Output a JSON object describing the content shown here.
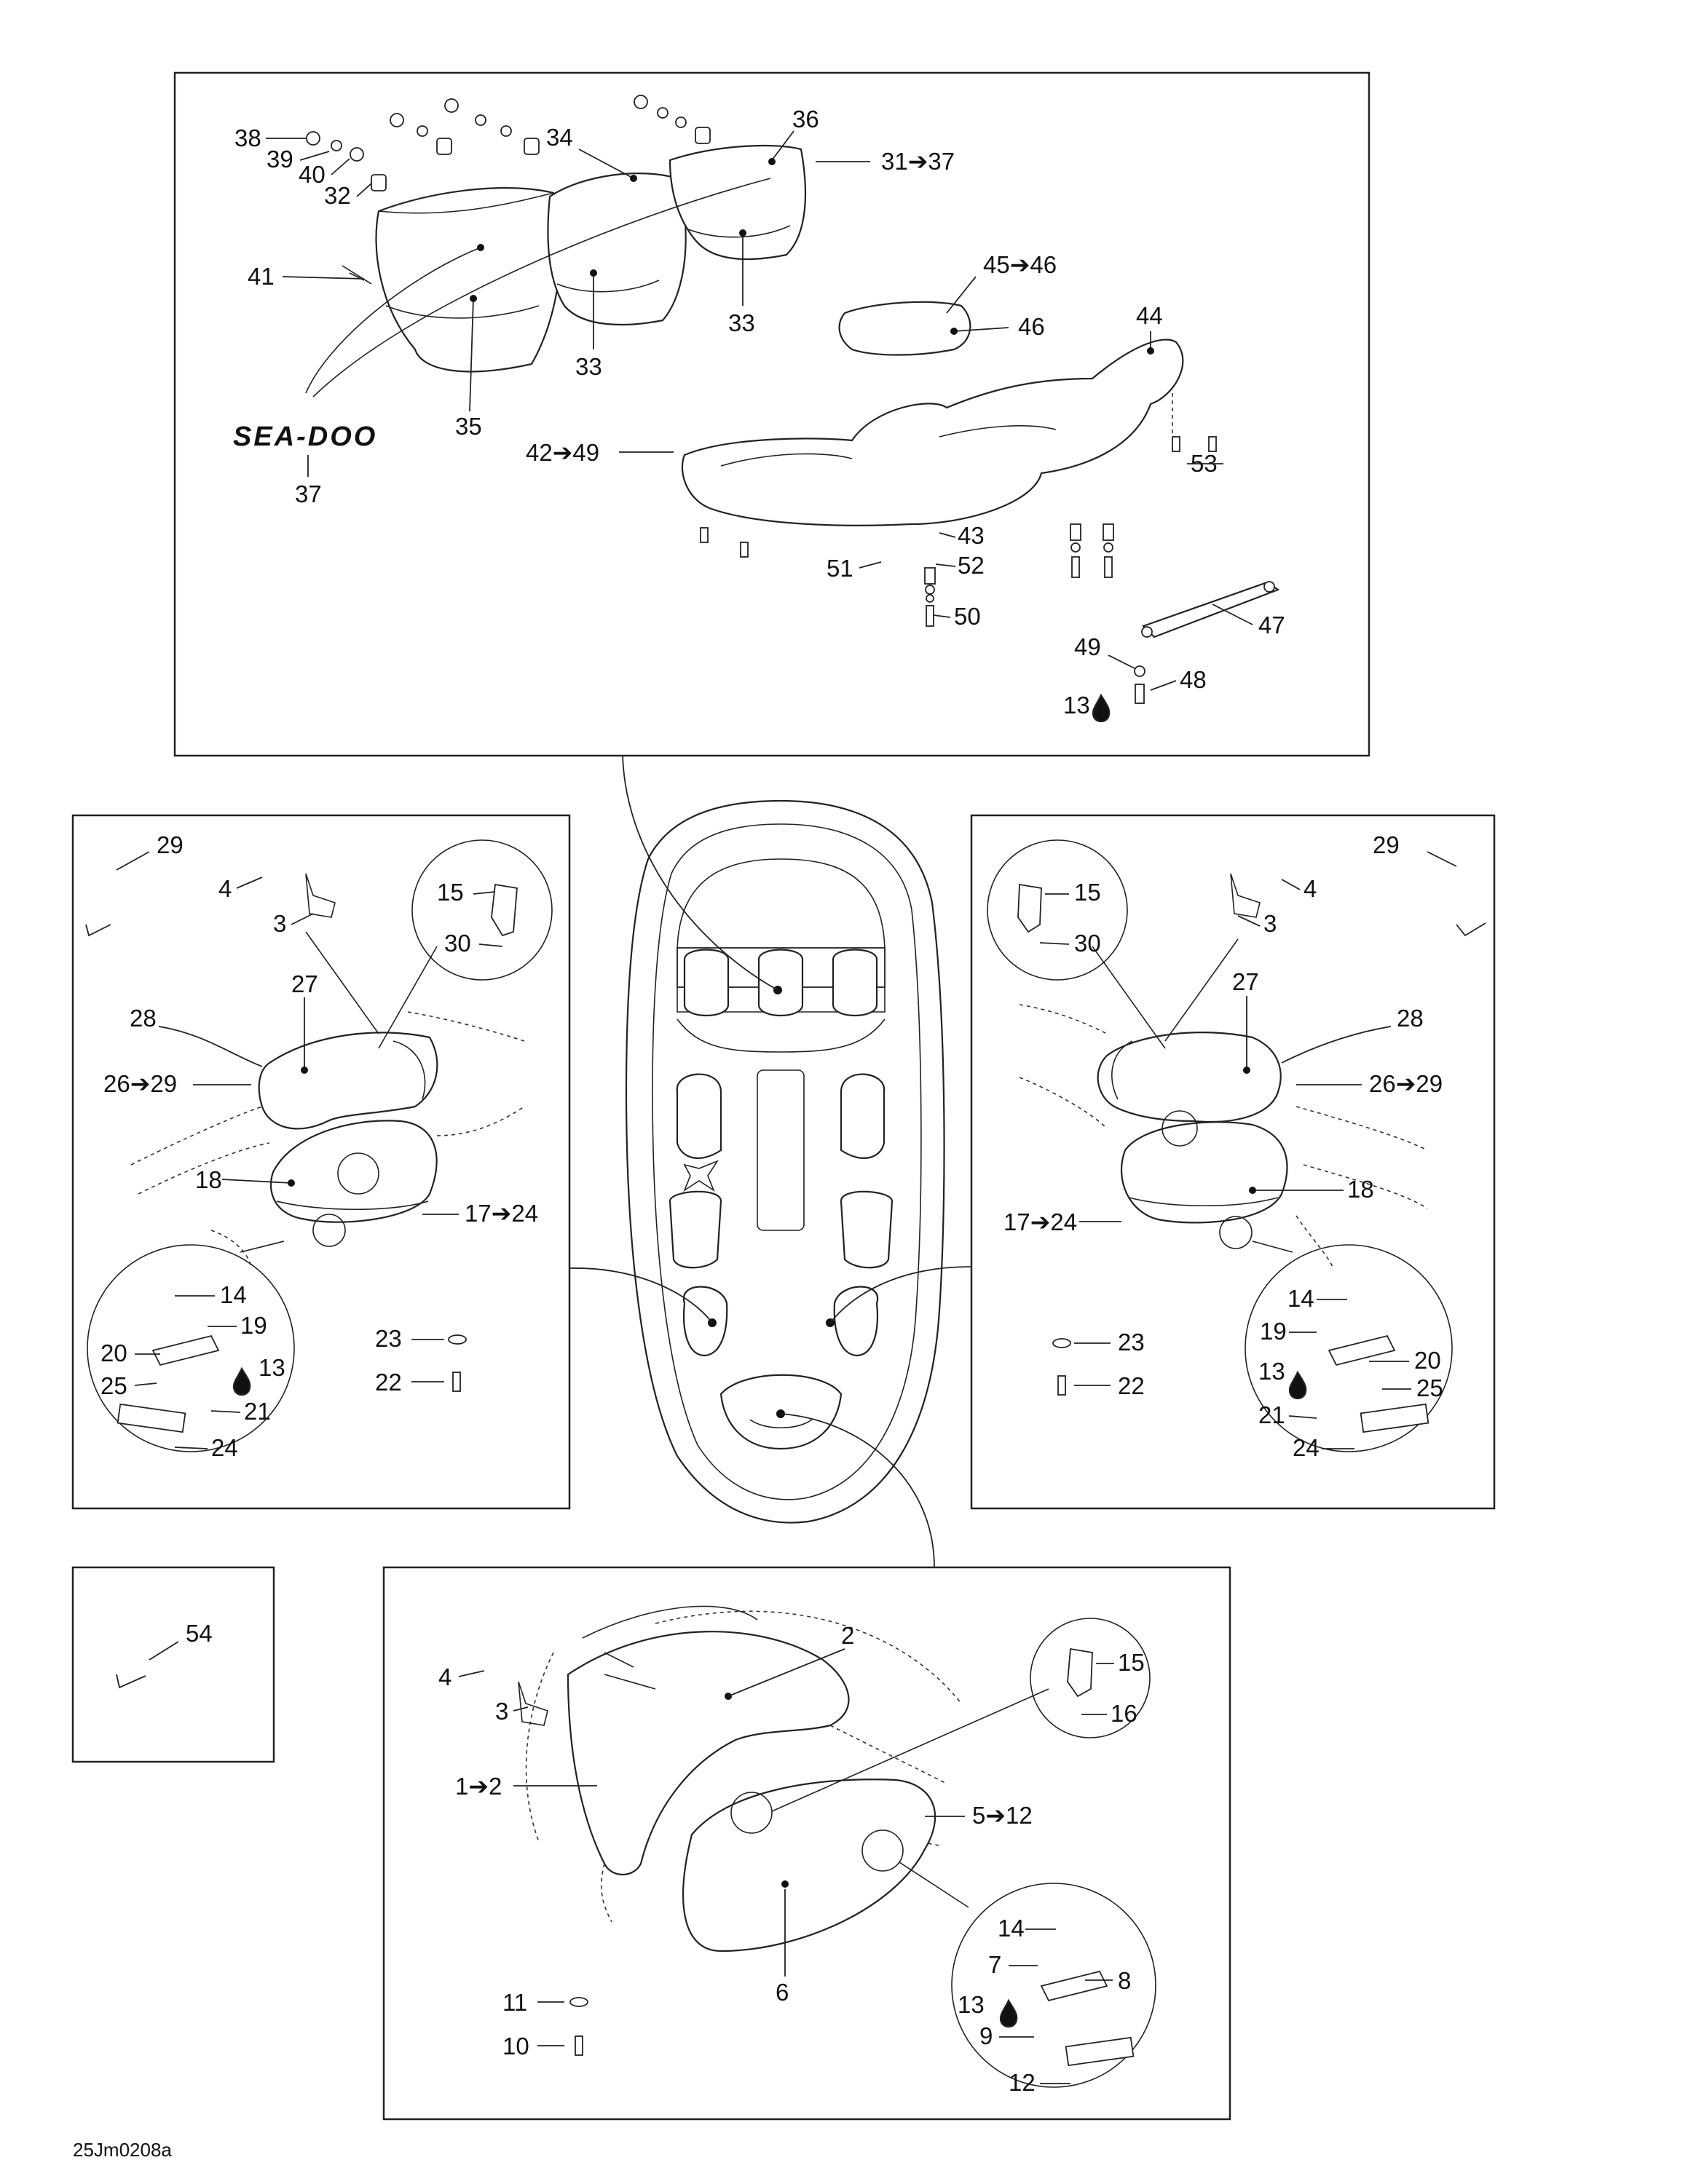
{
  "diagram_id": "25Jm0208a",
  "brand_logo": "SEA-DOO",
  "callouts": {
    "c1_2": "1➔2",
    "c2": "2",
    "c3a": "3",
    "c3b": "3",
    "c3c": "3",
    "c4a": "4",
    "c4b": "4",
    "c4c": "4",
    "c5_12": "5➔12",
    "c6": "6",
    "c7": "7",
    "c8": "8",
    "c9": "9",
    "c10": "10",
    "c11": "11",
    "c12": "12",
    "c13a": "13",
    "c13b": "13",
    "c13c": "13",
    "c13d": "13",
    "c14a": "14",
    "c14b": "14",
    "c14c": "14",
    "c15a": "15",
    "c15b": "15",
    "c15c": "15",
    "c16": "16",
    "c17_24a": "17➔24",
    "c17_24b": "17➔24",
    "c18a": "18",
    "c18b": "18",
    "c19a": "19",
    "c19b": "19",
    "c20a": "20",
    "c20b": "20",
    "c21a": "21",
    "c21b": "21",
    "c22a": "22",
    "c22b": "22",
    "c23a": "23",
    "c23b": "23",
    "c24a": "24",
    "c24b": "24",
    "c25a": "25",
    "c25b": "25",
    "c26_29a": "26➔29",
    "c26_29b": "26➔29",
    "c27a": "27",
    "c27b": "27",
    "c28a": "28",
    "c28b": "28",
    "c29a": "29",
    "c29b": "29",
    "c30a": "30",
    "c30b": "30",
    "c31_37": "31➔37",
    "c32": "32",
    "c33a": "33",
    "c33b": "33",
    "c34": "34",
    "c35": "35",
    "c36": "36",
    "c37": "37",
    "c38": "38",
    "c39": "39",
    "c40": "40",
    "c41": "41",
    "c42_49": "42➔49",
    "c43": "43",
    "c44": "44",
    "c45_46": "45➔46",
    "c46": "46",
    "c47": "47",
    "c48": "48",
    "c49": "49",
    "c50": "50",
    "c51": "51",
    "c52": "52",
    "c53": "53",
    "c54": "54"
  }
}
